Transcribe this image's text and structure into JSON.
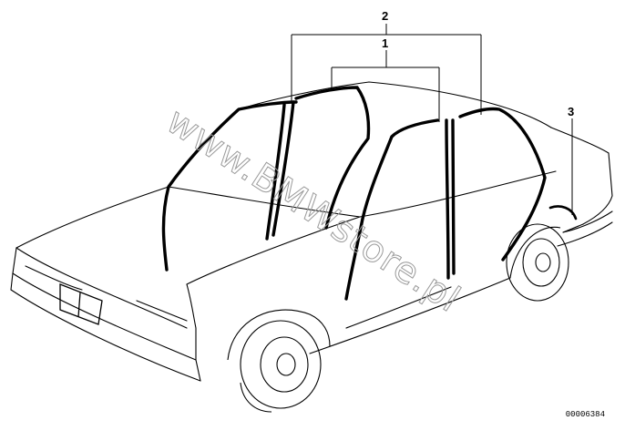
{
  "callouts": {
    "one": "1",
    "two": "2",
    "three": "3"
  },
  "watermark": "www.BMWstore.pl",
  "part_number": "00006384",
  "colors": {
    "line": "#000000",
    "watermark": "#9a9a9a",
    "background": "#ffffff"
  }
}
